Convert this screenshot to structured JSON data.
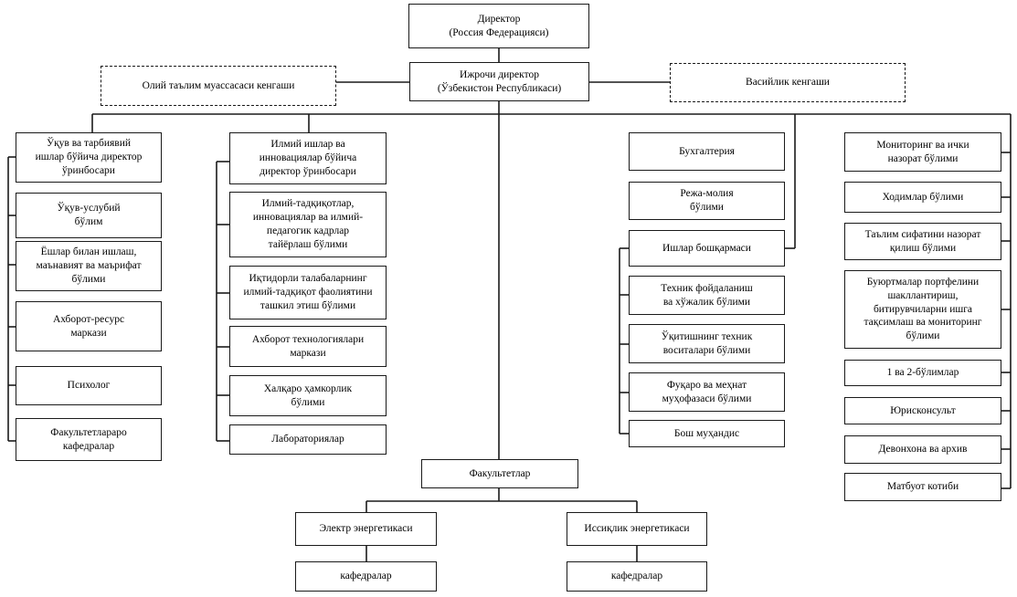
{
  "org_chart": {
    "director": "Директор\n(Россия Федерацияси)",
    "executive_director": "Ижрочи директор\n(Ўзбекистон Республикаси)",
    "council_higher_ed": "Олий таълим муассасаси кенгаши",
    "board_trustees": "Васийлик кенгаши",
    "education_branch": {
      "head": "Ўқув ва тарбиявий\nишлар бўйича директор\nўринбосари",
      "units": [
        "Ўқув-услубий\nбўлим",
        "Ёшлар билан ишлаш,\nмаънавият ва маърифат\nбўлими",
        "Ахборот-ресурс\nмаркази",
        "Психолог",
        "Факультетлараро\nкафедралар"
      ]
    },
    "science_branch": {
      "head": "Илмий ишлар ва\nинновациялар бўйича\nдиректор ўринбосари",
      "units": [
        "Илмий-тадқиқотлар,\nинновациялар ва илмий-\nпедагогик кадрлар\nтайёрлаш бўлими",
        "Иқтидорли талабаларнинг\nилмий-тадқиқот фаолиятини\nташкил этиш бўлими",
        "Ахборот технологиялари\nмаркази",
        "Халқаро ҳамкорлик\nбўлими",
        "Лабораториялар"
      ]
    },
    "finance_branch": {
      "accounting": "Бухгалтерия",
      "planning": "Режа-молия\nбўлими",
      "affairs": "Ишлар бошқармаси",
      "affairs_units": [
        "Техник фойдаланиш\nва хўжалик бўлими",
        "Ўқитишнинг техник\nвоситалари бўлими",
        "Фуқаро ва меҳнат\nмуҳофазаси бўлими",
        "Бош муҳандис"
      ]
    },
    "direct_units": [
      "Мониторинг ва ички\nназорат бўлими",
      "Ходимлар бўлими",
      "Таълим сифатини назорат\nқилиш бўлими",
      "Буюртмалар портфелини\nшакллантириш,\nбитирувчиларни ишга\nтақсимлаш ва мониторинг\nбўлими",
      "1 ва 2-бўлимлар",
      "Юрисконсульт",
      "Девонхона ва архив",
      "Матбуот котиби"
    ],
    "faculties": {
      "label": "Факультетлар",
      "items": [
        {
          "name": "Электр энергетикаси",
          "sub": "кафедралар"
        },
        {
          "name": "Иссиқлик энергетикаси",
          "sub": "кафедралар"
        }
      ]
    }
  }
}
